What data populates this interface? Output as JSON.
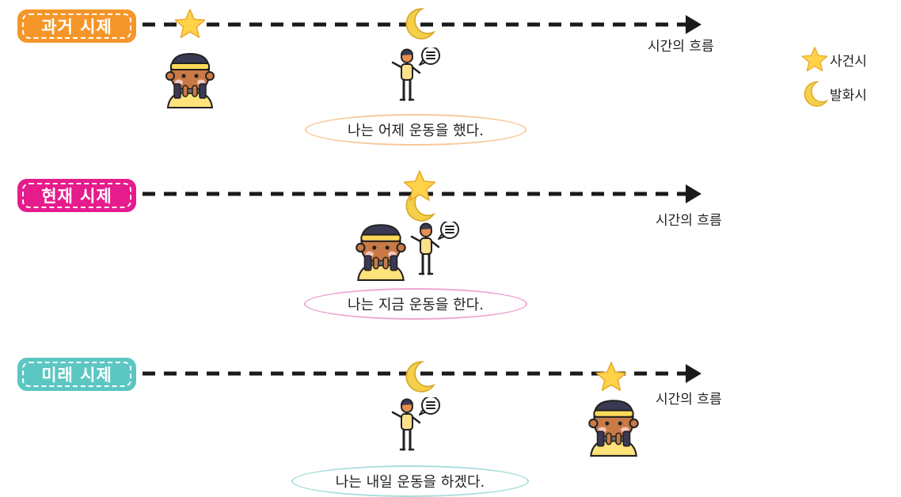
{
  "colors": {
    "past": "#f5962a",
    "present": "#e61b8c",
    "future": "#5cc6c2",
    "bubble_past": "#f6c99a",
    "bubble_present": "#eea8cf",
    "bubble_future": "#a9dedb",
    "star": "#ffd24a",
    "moon": "#f4cf4a",
    "line": "#1a1a1a"
  },
  "rows": [
    {
      "tense": "과거 시제",
      "flow": "시간의 흐름",
      "sentence": "나는 어제 운동을 했다."
    },
    {
      "tense": "현재 시제",
      "flow": "시간의 흐름",
      "sentence": "나는 지금 운동을 한다."
    },
    {
      "tense": "미래 시제",
      "flow": "시간의 흐름",
      "sentence": "나는 내일 운동을 하겠다."
    }
  ],
  "legend": {
    "event": {
      "icon": "star-icon",
      "label": "사건시"
    },
    "speech": {
      "icon": "crescent-moon-icon",
      "label": "발화시"
    }
  }
}
